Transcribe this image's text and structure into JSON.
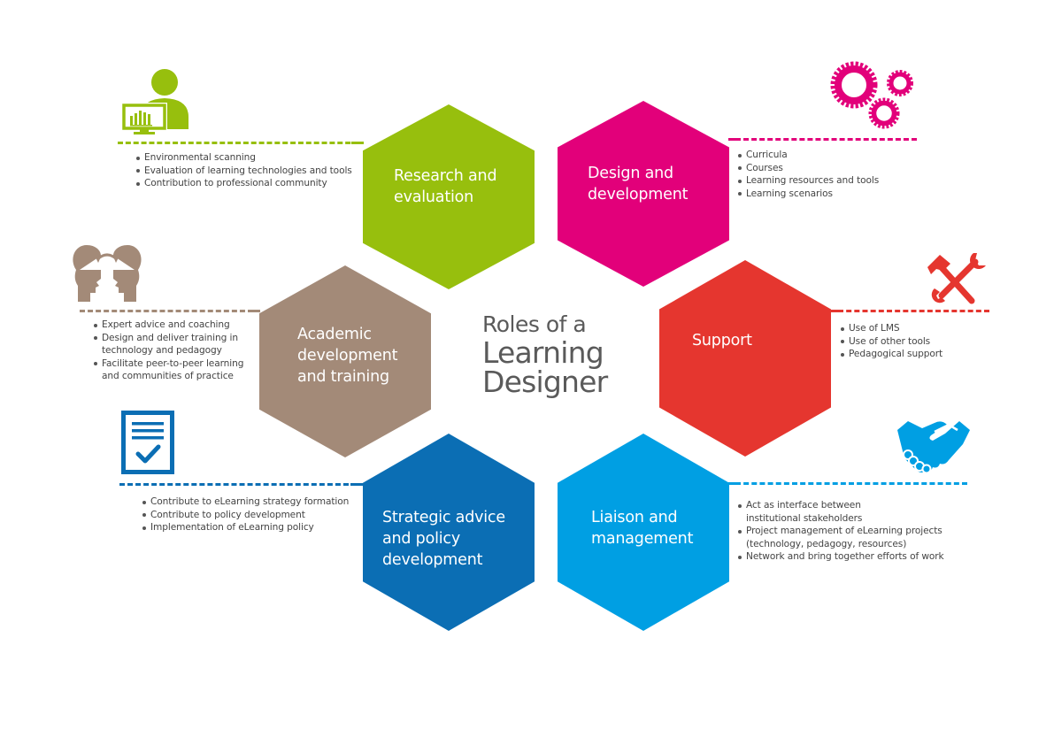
{
  "title": {
    "line1": "Roles of a",
    "line2": "Learning",
    "line3": "Designer"
  },
  "colors": {
    "research": "#97bf0d",
    "design": "#e2007a",
    "academic": "#a38a78",
    "support": "#e5362f",
    "strategic": "#0b6eb4",
    "liaison": "#009fe3",
    "title_text": "#5a5a5a",
    "bullet_text": "#444444"
  },
  "roles": [
    {
      "id": "research",
      "label_lines": [
        "Research and",
        "evaluation"
      ],
      "icon": "person-with-monitor-chart-icon",
      "bullets": [
        "Environmental scanning",
        "Evaluation of learning technologies and tools",
        "Contribution to professional community"
      ]
    },
    {
      "id": "design",
      "label_lines": [
        "Design and",
        "development"
      ],
      "icon": "gears-icon",
      "bullets": [
        "Curricula",
        "Courses",
        "Learning resources and tools",
        "Learning scenarios"
      ]
    },
    {
      "id": "academic",
      "label_lines": [
        "Academic",
        "development",
        "and training"
      ],
      "icon": "two-heads-exchange-icon",
      "bullets": [
        "Expert advice and coaching",
        "Design and deliver training in",
        "technology and pedagogy",
        "Facilitate peer-to-peer learning",
        "and communities of practice"
      ]
    },
    {
      "id": "support",
      "label_lines": [
        "Support"
      ],
      "icon": "hammer-wrench-icon",
      "bullets": [
        "Use of LMS",
        "Use of other tools",
        "Pedagogical support"
      ]
    },
    {
      "id": "strategic",
      "label_lines": [
        "Strategic advice",
        "and policy",
        "development"
      ],
      "icon": "checklist-document-icon",
      "bullets": [
        "Contribute to eLearning strategy formation",
        "Contribute to policy development",
        "Implementation of eLearning policy"
      ]
    },
    {
      "id": "liaison",
      "label_lines": [
        "Liaison and",
        "management"
      ],
      "icon": "handshake-icon",
      "bullets": [
        "Act as interface between",
        "institutional stakeholders",
        "Project management of eLearning projects",
        "(technology, pedagogy, resources)",
        "Network and bring together efforts of work"
      ]
    }
  ]
}
